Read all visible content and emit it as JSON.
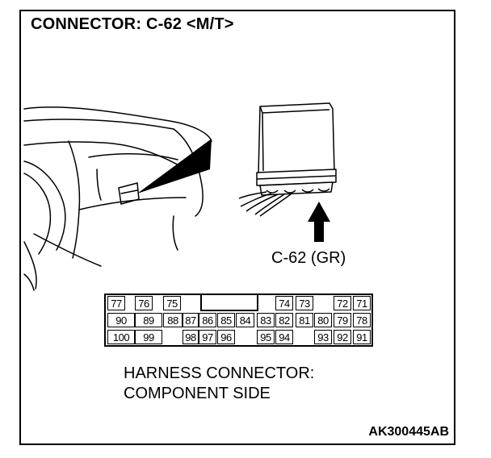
{
  "title": "CONNECTOR: C-62 <M/T>",
  "connector_label": "C-62 (GR)",
  "harness_line1": "HARNESS CONNECTOR:",
  "harness_line2": "COMPONENT SIDE",
  "figure_code": "AK300445AB",
  "pins": {
    "row1": [
      "77",
      "76",
      "75",
      "74",
      "73",
      "72",
      "71"
    ],
    "row2": [
      "90",
      "89",
      "88",
      "87",
      "86",
      "85",
      "84",
      "83",
      "82",
      "81",
      "80",
      "79",
      "78"
    ],
    "row3": [
      "100",
      "99",
      "98",
      "97",
      "96",
      "95",
      "94",
      "93",
      "92",
      "91"
    ]
  }
}
